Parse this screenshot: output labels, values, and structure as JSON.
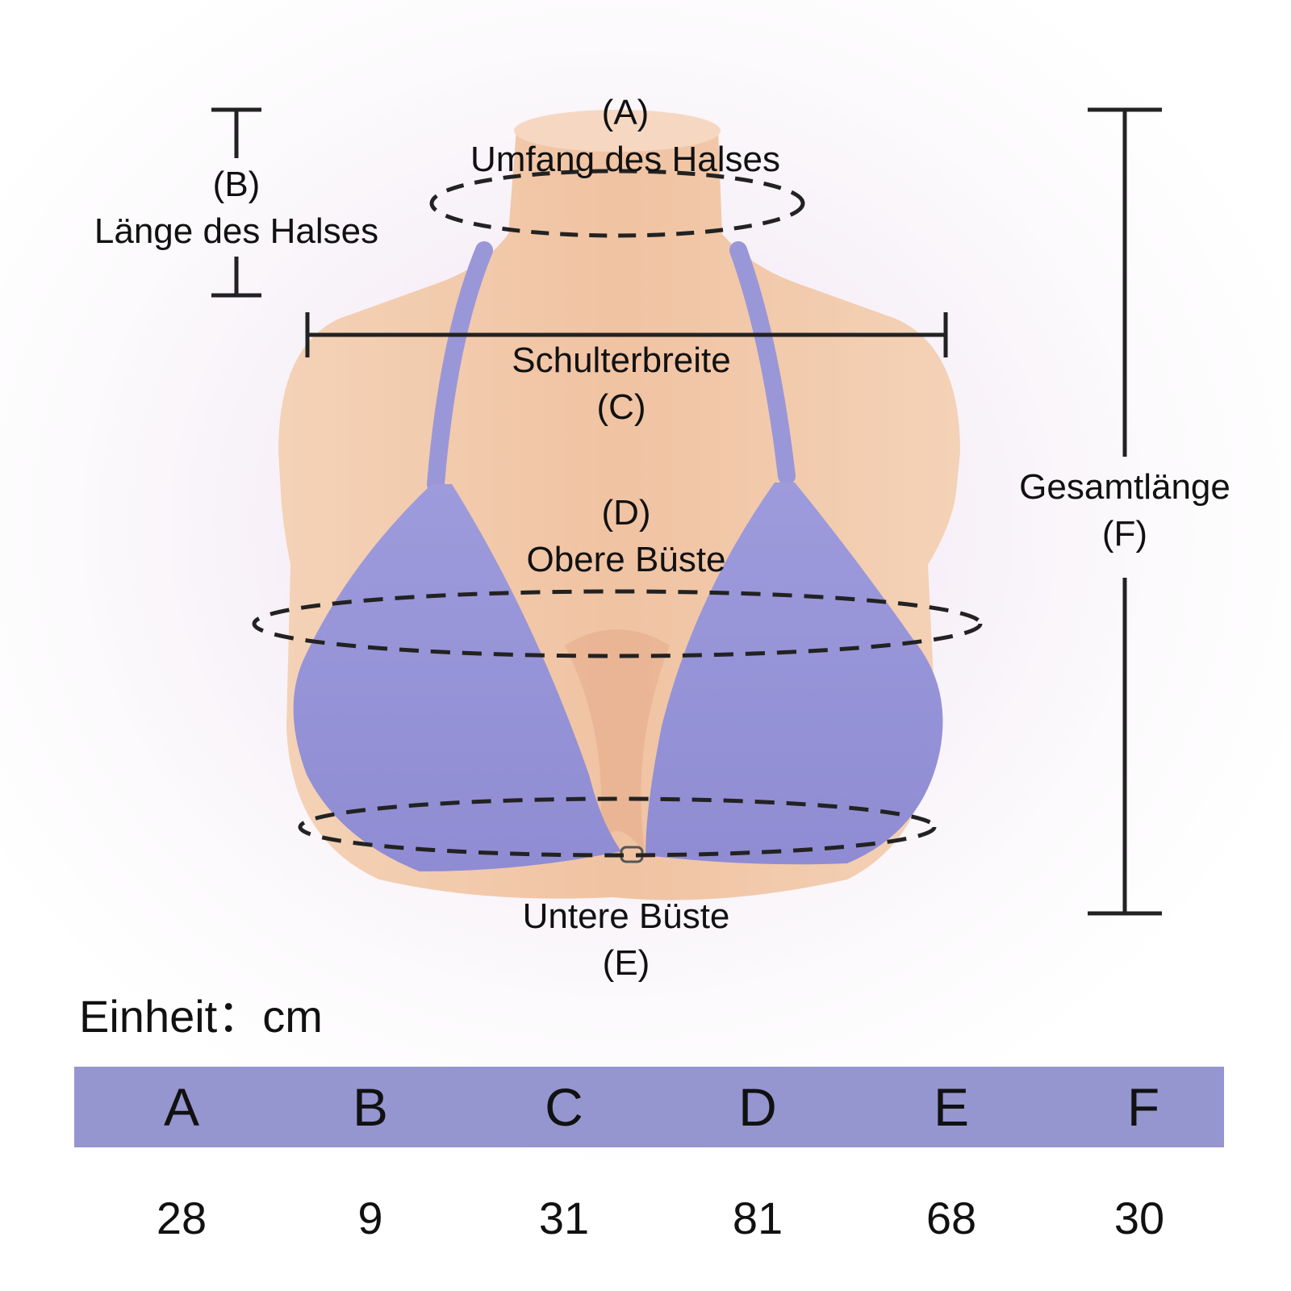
{
  "labels": {
    "a": {
      "letter": "(A)",
      "name": "Umfang des Halses"
    },
    "b": {
      "letter": "(B)",
      "name": "Länge des Halses"
    },
    "c": {
      "name": "Schulterbreite",
      "letter": "(C)"
    },
    "d": {
      "letter": "(D)",
      "name": "Obere Büste"
    },
    "e": {
      "name": "Untere Büste",
      "letter": "(E)"
    },
    "f": {
      "name": "Gesamtlänge",
      "letter": "(F)"
    }
  },
  "unit_label": "Einheit：cm",
  "table": {
    "headers": [
      "A",
      "B",
      "C",
      "D",
      "E",
      "F"
    ],
    "values": [
      "28",
      "9",
      "31",
      "81",
      "68",
      "30"
    ]
  },
  "colors": {
    "skin": "#f2c7a5",
    "bikini": "#9a97d8",
    "header": "#9595d0",
    "line": "#222222"
  }
}
